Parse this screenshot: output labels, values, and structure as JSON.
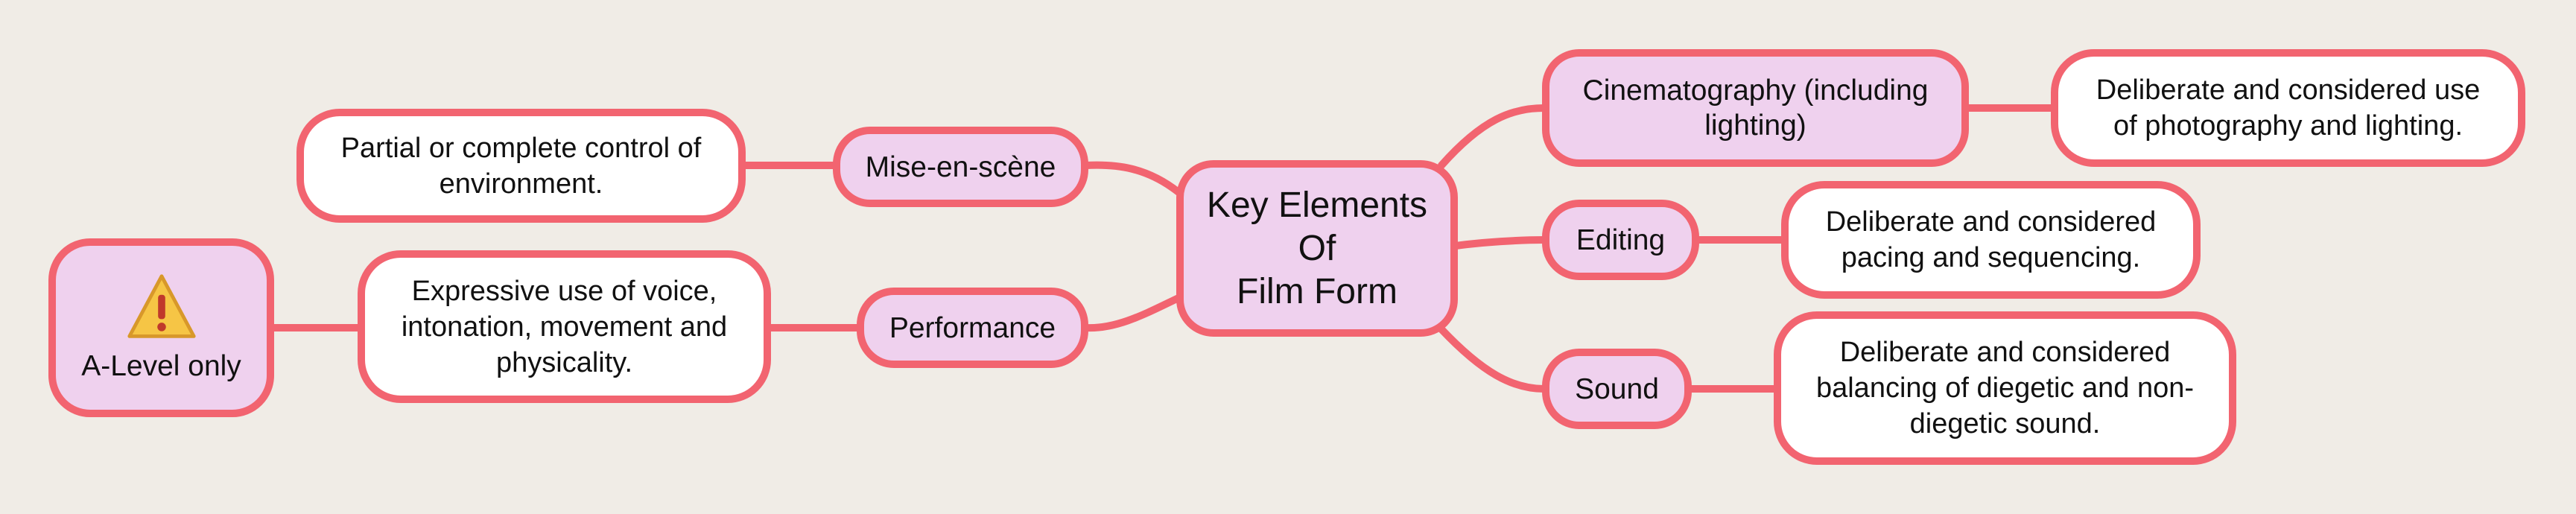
{
  "central": {
    "lines": [
      "Key Elements",
      "Of",
      "Film Form"
    ]
  },
  "topics": {
    "mise": "Mise-en-scène",
    "performance": "Performance",
    "cinematography": "Cinematography (including lighting)",
    "editing": "Editing",
    "sound": "Sound"
  },
  "details": {
    "mise": "Partial or complete control of environment.",
    "performance": "Expressive use of voice, intonation, movement and physicality.",
    "cinematography": "Deliberate and considered use of photography and lighting.",
    "editing": "Deliberate and considered pacing and sequencing.",
    "sound": "Deliberate and considered balancing of diegetic and non-diegetic sound."
  },
  "a_level": {
    "label": "A-Level only",
    "icon": "warning-icon"
  },
  "colors": {
    "background": "#f0ece6",
    "border": "#f26470",
    "topic_fill": "#efd1ee",
    "detail_fill": "#ffffff",
    "warning": "#f6c545"
  }
}
